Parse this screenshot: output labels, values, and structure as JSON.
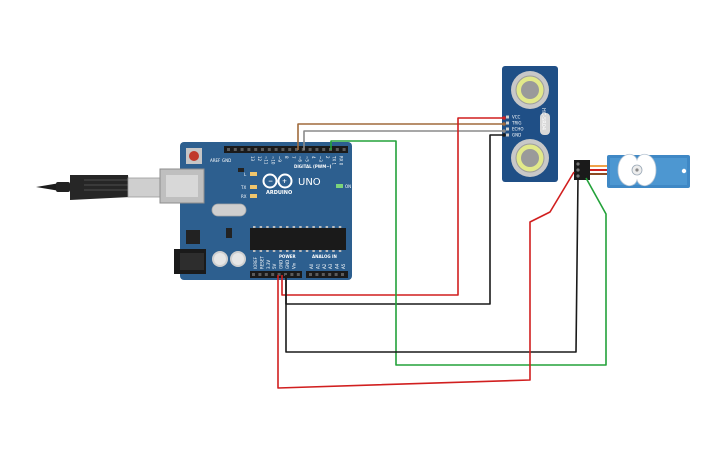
{
  "arduino": {
    "model_label": "UNO",
    "brand_label": "ARDUINO",
    "digital_label": "DIGITAL (PWM~)",
    "analog_label": "ANALOG IN",
    "power_label": "POWER",
    "aref_label": "AREF",
    "gnd_label": "GND",
    "tx_label": "TX",
    "rx_label": "RX",
    "on_label": "ON",
    "l_label": "L",
    "digital_pins": [
      "13",
      "12",
      "~11",
      "~10",
      "~9",
      "8",
      "7",
      "~6",
      "~5",
      "4",
      "~3",
      "2",
      "TX 1",
      "RX 0"
    ],
    "power_pins": [
      "IOREF",
      "RESET",
      "3.3V",
      "5V",
      "GND",
      "GND",
      "Vin"
    ],
    "analog_pins": [
      "A0",
      "A1",
      "A2",
      "A3",
      "A4",
      "A5"
    ],
    "board_color": "#2d5f8f"
  },
  "ultrasonic": {
    "model_label": "HC-SR04",
    "pins": [
      "VCC",
      "TRIG",
      "ECHO",
      "GND"
    ],
    "board_color": "#1f4f86"
  },
  "servo": {
    "body_color": "#3f88c5"
  },
  "wire_colors": {
    "power": "#d11f1f",
    "ground": "#1a1a1a",
    "signal": "#23a23a",
    "trig": "#a06a3c",
    "echo": "#8a8a8a"
  }
}
